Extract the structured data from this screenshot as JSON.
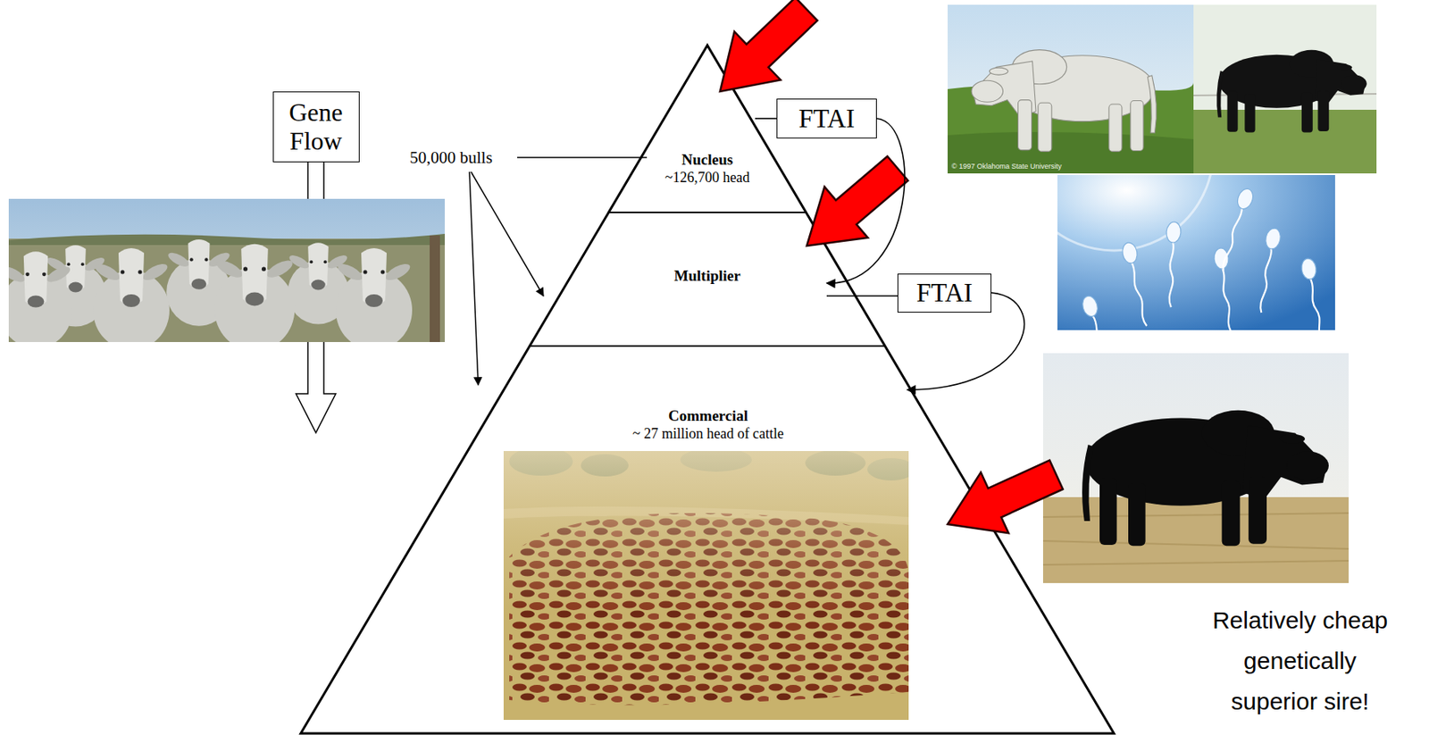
{
  "diagram": {
    "nodes": [
      {
        "text": [
          "Gene Flow"
        ]
      },
      {
        "text": [
          "Nucleus",
          "~126,700 head"
        ]
      },
      {
        "text": [
          "FTAI"
        ]
      },
      {
        "text": [
          "Multiplier"
        ]
      },
      {
        "text": [
          "FTAI"
        ]
      },
      {
        "text": [
          "Commercial",
          "~ 27 million head of cattle"
        ]
      }
    ],
    "edges": [
      {
        "from": 1,
        "to": 2,
        "arrow": "none"
      },
      {
        "from": 2,
        "to": 3,
        "arrow": "to"
      },
      {
        "from": 3,
        "to": 4,
        "arrow": "none"
      },
      {
        "from": 4,
        "to": 5,
        "arrow": "to"
      }
    ],
    "labels": [
      "50,000 bulls",
      "Relatively cheap genetically superior sire!",
      "© 1997 Oklahoma State University"
    ]
  }
}
